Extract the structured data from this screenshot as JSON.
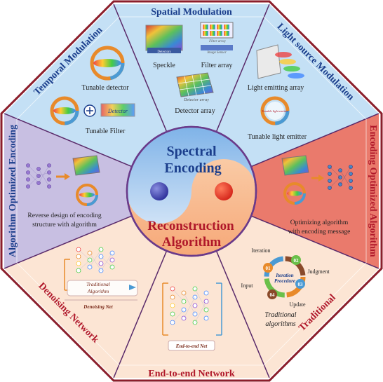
{
  "sectors": {
    "top": {
      "title": "Spatial Modulation"
    },
    "top_left": {
      "title": "Temporal Modulation"
    },
    "top_right": {
      "title": "Light source Modulation"
    },
    "left": {
      "title": "Algorithm Optimized Encoding"
    },
    "right": {
      "title": "Encoding Optimized Algorithm"
    },
    "bottom_left": {
      "title": "Denoising Network"
    },
    "bottom": {
      "title": "End-to-end Network"
    },
    "bottom_right": {
      "title": "Traditional"
    }
  },
  "center": {
    "top_label_1": "Spectral",
    "top_label_2": "Encoding",
    "bottom_label_1": "Reconstruction",
    "bottom_label_2": "Algorithm"
  },
  "items": {
    "speckle": "Speckle",
    "filter_array": "Filter array",
    "detector_array": "Detector array",
    "filter_array_inset": "Filter array",
    "image_sensor_inset": "Image Sensor",
    "detectors_inset": "Detectors",
    "tunable_detector": "Tunable detector",
    "tunable_filter": "Tunable Filter",
    "detector_box": "Detector",
    "light_emitting_array": "Light emitting array",
    "tunable_light_emitter": "Tunable light emitter",
    "tle_inset": "Tunable light emitter",
    "reverse_design_1": "Reverse design of encoding",
    "reverse_design_2": "structure with algorithm",
    "optimizing_1": "Optimizing algorithm",
    "optimizing_2": "with encoding message",
    "traditional_algorithm_1": "Traditional",
    "traditional_algorithm_2": "Algorithm",
    "denoising_net": "Denoising Net",
    "end_to_end_net": "End-to-end Net",
    "iteration": "Iteration",
    "judgment": "Judgment",
    "input": "Input",
    "update": "Update",
    "iteration_procedure_1": "Iteration",
    "iteration_procedure_2": "Procedure",
    "traditional_algorithms_1": "Traditional",
    "traditional_algorithms_2": "algorithms",
    "step_01": "01",
    "step_02": "02",
    "step_03": "03",
    "step_04": "04"
  },
  "colors": {
    "border": "#8b1e2b",
    "blue_bg": "#bcdcf3",
    "purple_bg": "#c9bfe0",
    "red_bg": "#e9776b",
    "peach_bg": "#fbe4d3",
    "title_blue": "#1b3e8c",
    "title_red": "#b0182a"
  }
}
